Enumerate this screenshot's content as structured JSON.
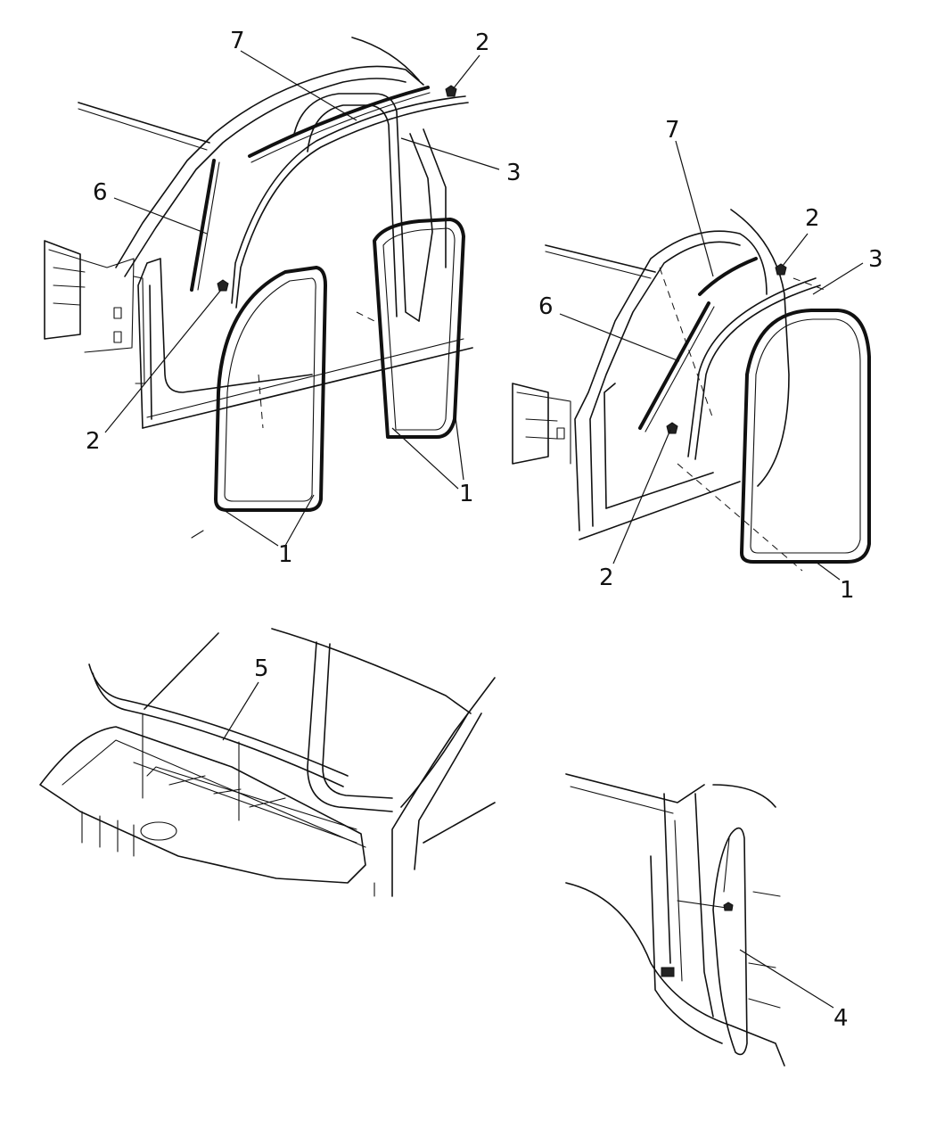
{
  "callouts": {
    "view1": {
      "c1a": "1",
      "c1b": "1",
      "c2a": "2",
      "c2b": "2",
      "c3": "3",
      "c6": "6",
      "c7": "7"
    },
    "view2": {
      "c1": "1",
      "c2a": "2",
      "c2b": "2",
      "c3": "3",
      "c6": "6",
      "c7": "7"
    },
    "view3": {
      "c5": "5"
    },
    "view4": {
      "c4": "4"
    }
  }
}
